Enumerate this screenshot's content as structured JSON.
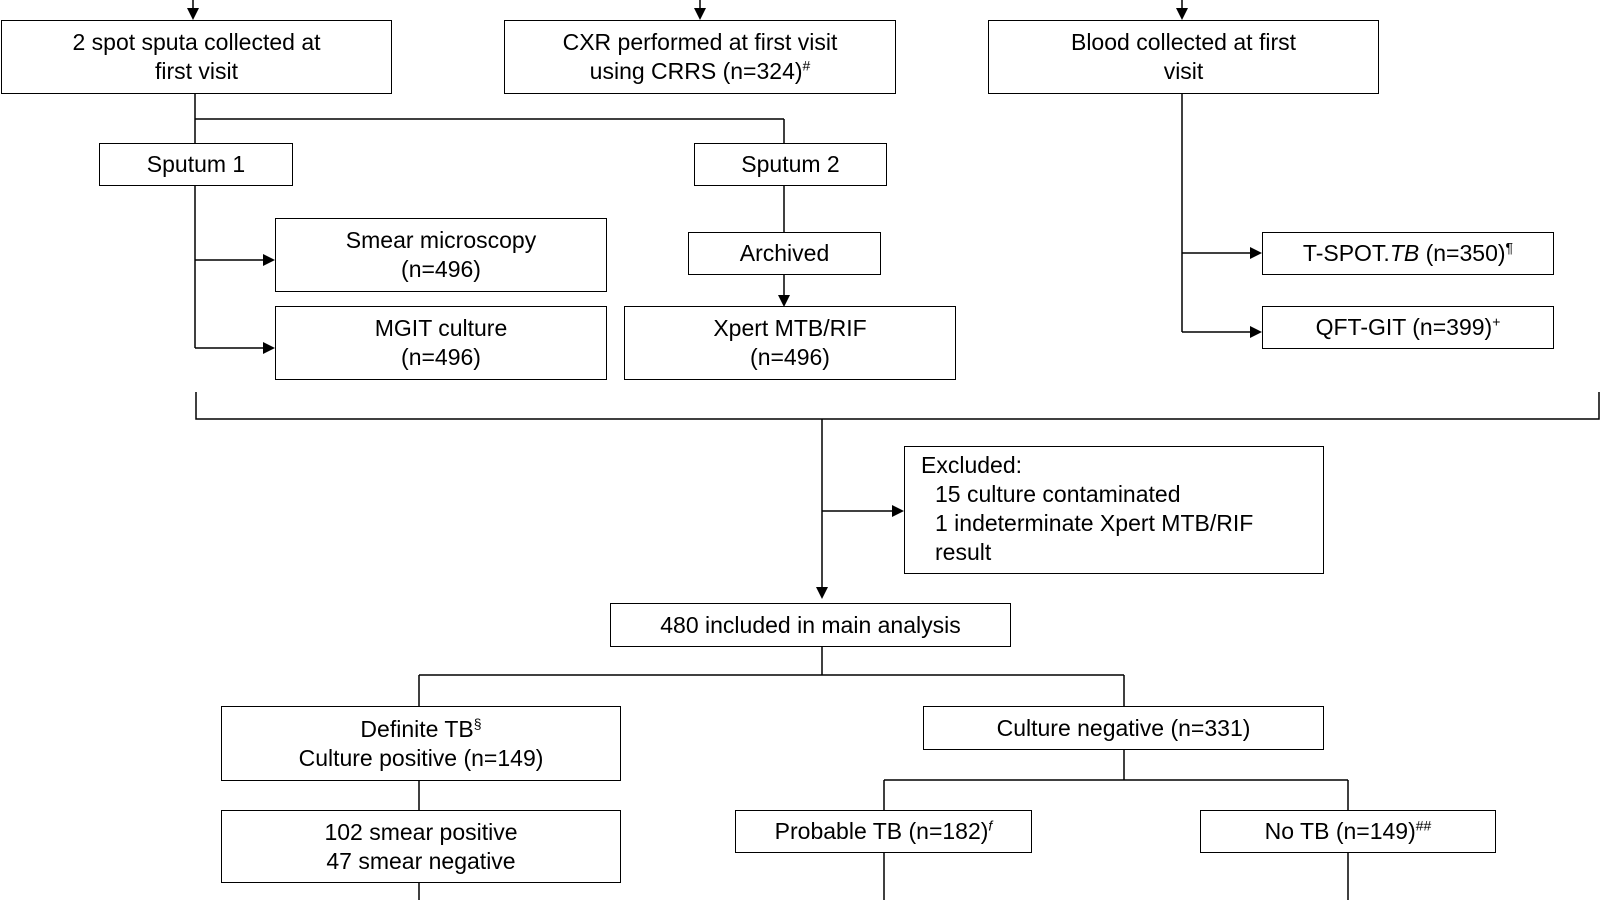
{
  "boxes": {
    "sputa": {
      "line1": "2 spot sputa collected at",
      "line2": "first visit"
    },
    "cxr": {
      "line1": "CXR performed at first visit",
      "line2": "using CRRS (n=324)",
      "sup": "#"
    },
    "blood": {
      "line1": "Blood collected at first",
      "line2": "visit"
    },
    "sputum1": {
      "label": "Sputum 1"
    },
    "sputum2": {
      "label": "Sputum 2"
    },
    "smear": {
      "line1": "Smear microscopy",
      "line2": "(n=496)"
    },
    "mgit": {
      "line1": "MGIT culture",
      "line2": "(n=496)"
    },
    "archived": {
      "label": "Archived"
    },
    "xpert": {
      "line1": "Xpert MTB/RIF",
      "line2": "(n=496)"
    },
    "tspot": {
      "prefix": "T-SPOT.",
      "italic": "TB",
      "suffix": " (n=350)",
      "sup": "¶"
    },
    "qft": {
      "label": "QFT-GIT (n=399)",
      "sup": "+"
    },
    "excluded": {
      "line1": "Excluded:",
      "line2": "15 culture contaminated",
      "line3": "1 indeterminate Xpert MTB/RIF",
      "line4": "result"
    },
    "included": {
      "label": "480 included in main analysis"
    },
    "definite": {
      "line1": "Definite TB",
      "sup": "§",
      "line2": "Culture positive (n=149)"
    },
    "culture_neg": {
      "label": "Culture negative (n=331)"
    },
    "smear_split": {
      "line1": "102 smear positive",
      "line2": "47 smear negative"
    },
    "probable": {
      "label": "Probable TB (n=182)",
      "sup": "f"
    },
    "no_tb": {
      "label": "No TB (n=149)",
      "sup": "##"
    }
  },
  "colors": {
    "line": "#000000",
    "box_border": "#000000",
    "background": "#ffffff"
  }
}
